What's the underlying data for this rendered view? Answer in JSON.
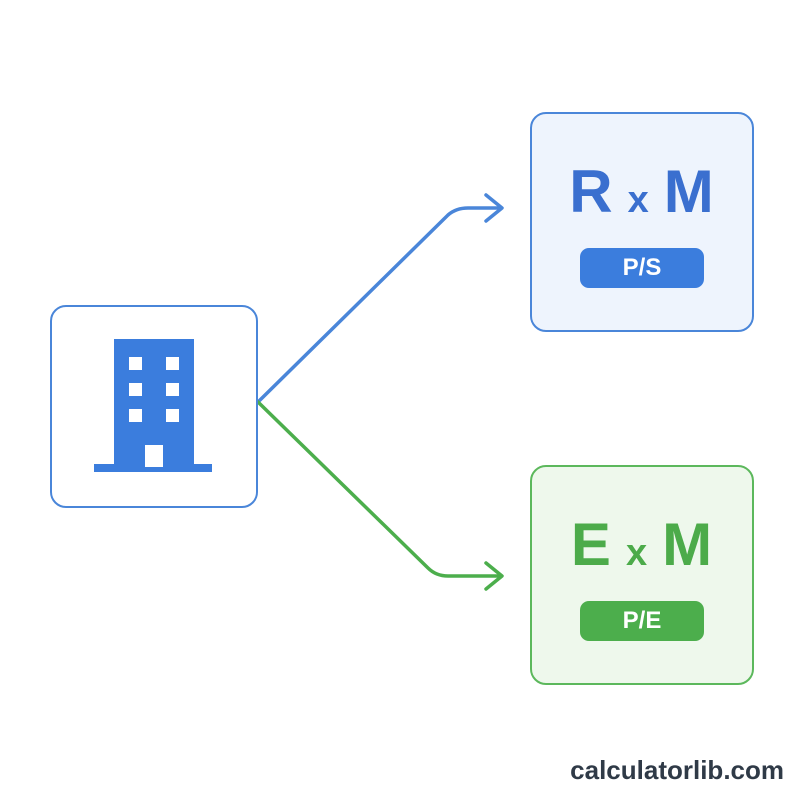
{
  "nodes": {
    "source": {
      "icon": "building-icon"
    },
    "revenue": {
      "formula": {
        "left": "R",
        "operator": "x",
        "right": "M"
      },
      "badge": "P/S"
    },
    "earnings": {
      "formula": {
        "left": "E",
        "operator": "x",
        "right": "M"
      },
      "badge": "P/E"
    }
  },
  "colors": {
    "blue": "#3b7ddd",
    "green": "#4cae4c",
    "dark_text": "#2f3a47"
  },
  "watermark": "calculatorlib.com"
}
